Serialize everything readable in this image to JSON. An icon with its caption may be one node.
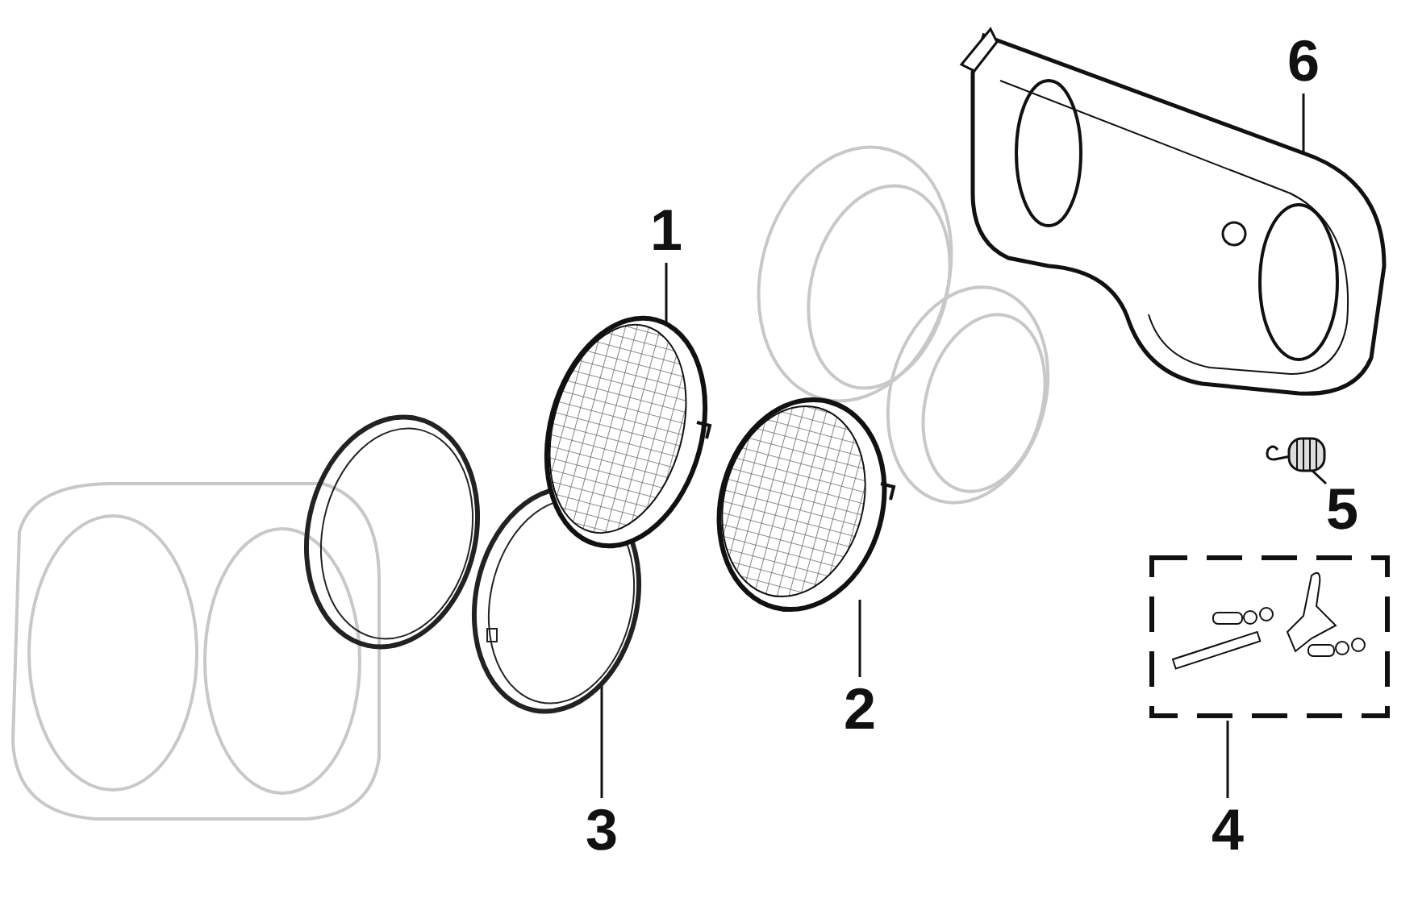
{
  "diagram": {
    "nodes": [
      {
        "text": [
          "6"
        ]
      },
      {
        "text": [
          "1"
        ]
      },
      {
        "text": [
          "5"
        ]
      },
      {
        "text": [
          "2"
        ]
      },
      {
        "text": [
          "4"
        ]
      },
      {
        "text": [
          "3"
        ]
      },
      {
        "text": [],
        "shape": "picture"
      },
      {
        "text": [],
        "shape": "picture"
      },
      {
        "text": [],
        "shape": "picture"
      },
      {
        "text": [],
        "shape": "picture"
      },
      {
        "text": [],
        "shape": "box"
      },
      {
        "text": [],
        "shape": "picture"
      }
    ],
    "edges": [
      {
        "from": 0,
        "to": 9,
        "arrow": "none"
      },
      {
        "from": 1,
        "to": 7,
        "arrow": "none"
      },
      {
        "from": 2,
        "to": 11,
        "arrow": "none"
      },
      {
        "from": 3,
        "to": 8,
        "arrow": "none"
      },
      {
        "from": 4,
        "to": 10,
        "arrow": "none"
      },
      {
        "from": 5,
        "to": 6,
        "arrow": "none"
      }
    ]
  }
}
